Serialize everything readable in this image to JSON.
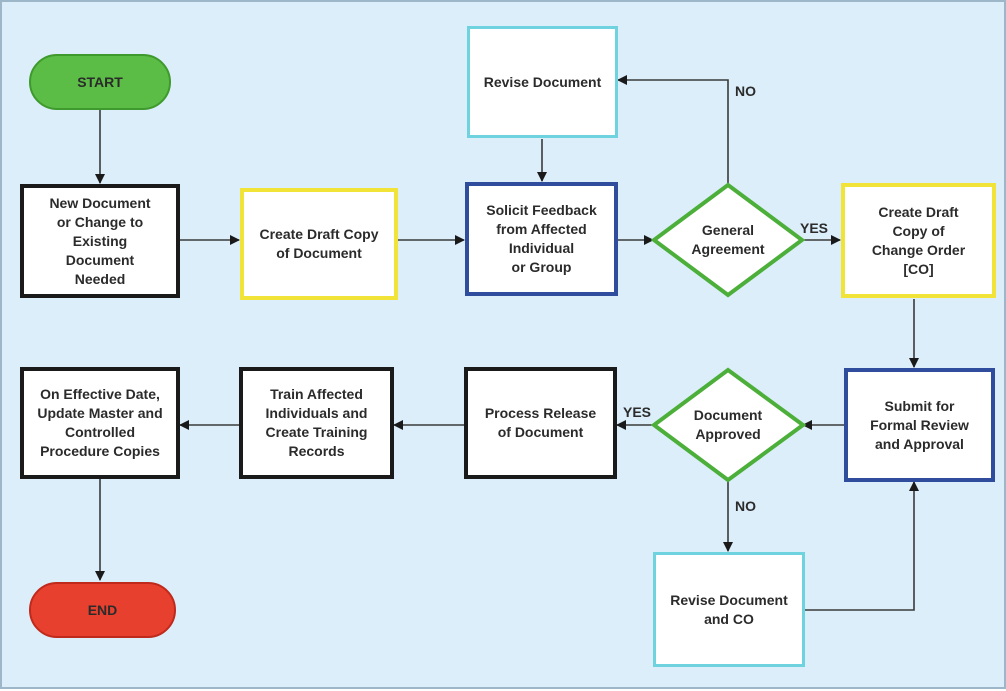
{
  "nodes": {
    "start": "START",
    "new_document": "New Document\nor Change to\nExisting\nDocument\nNeeded",
    "create_draft_copy": "Create Draft Copy\nof Document",
    "revise_document": "Revise Document",
    "solicit_feedback": "Solicit Feedback\nfrom Affected\nIndividual\nor Group",
    "general_agreement": "General\nAgreement",
    "create_draft_co": "Create Draft\nCopy of\nChange Order\n[CO]",
    "submit_review": "Submit for\nFormal Review\nand Approval",
    "document_approved": "Document\nApproved",
    "process_release": "Process Release\nof Document",
    "train_individuals": "Train Affected\nIndividuals and\nCreate Training\nRecords",
    "update_master": "On Effective Date,\nUpdate Master and\nControlled\nProcedure Copies",
    "revise_document_co": "Revise Document\nand CO",
    "end": "END"
  },
  "edge_labels": {
    "agreement_no": "NO",
    "agreement_yes": "YES",
    "approved_yes": "YES",
    "approved_no": "NO"
  },
  "colors": {
    "background": "#dceefa",
    "start_fill": "#5bbd45",
    "end_fill": "#e8402e",
    "decision_border": "#4caf3a",
    "process_border_black": "#1a1a1a",
    "process_border_yellow": "#f2e338",
    "process_border_navy": "#2f4d9c",
    "process_border_cyan": "#6fd3df",
    "connector": "#3a3a3a"
  }
}
